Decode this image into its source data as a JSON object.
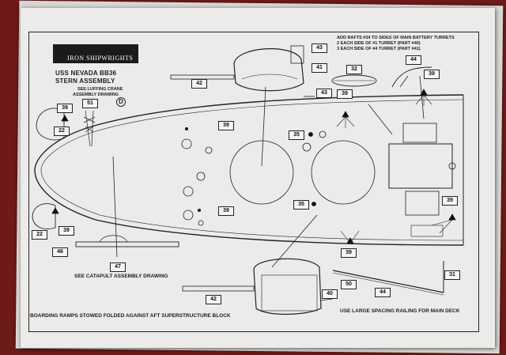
{
  "header": {
    "brand": "IRON SHIPWRIGHTS",
    "title_line1": "USS NEVADA  BB36",
    "title_line2": "STERN ASSEMBLY",
    "luffing_note_1": "SEE LUFFING CRANE",
    "luffing_note_2": "ASSEMBLY DRAWING",
    "marker_d": "D"
  },
  "notes": {
    "rafts_line1": "ADD RAFTS #34 TO SIDES OF MAIN BATTERY TURRETS",
    "rafts_line2": "2 EACH SIDE OF #1 TURRET (PART #40)",
    "rafts_line3": "3 EACH SIDE OF #4 TURRET (PART #41)",
    "catapult": "SEE CATAPULT ASSEMBLY DRAWING",
    "boarding_ramps": "BOARDING RAMPS STOWED FOLDED AGAINST AFT SUPERSTRUCTURE BLOCK",
    "railing": "USE LARGE SPACING RAILING FOR MAIN DECK"
  },
  "part_numbers": {
    "p43a": "43",
    "p41": "41",
    "p42a": "42",
    "p32": "32",
    "p44a": "44",
    "p39a": "39",
    "p43b": "43",
    "p39b": "39",
    "p51": "51",
    "p22a": "22",
    "p39c": "39",
    "p35a": "35",
    "p35b": "35",
    "p39d": "39",
    "p39e": "39",
    "p22b": "22",
    "p39f": "39",
    "p46": "46",
    "p47": "47",
    "p39g": "39",
    "p31": "31",
    "p50": "50",
    "p40": "40",
    "p44b": "44",
    "p42b": "42",
    "p39h": "39"
  },
  "colors": {
    "background": "#6e1a1a",
    "paper": "#ecebea",
    "ink": "#1d1d1d"
  }
}
